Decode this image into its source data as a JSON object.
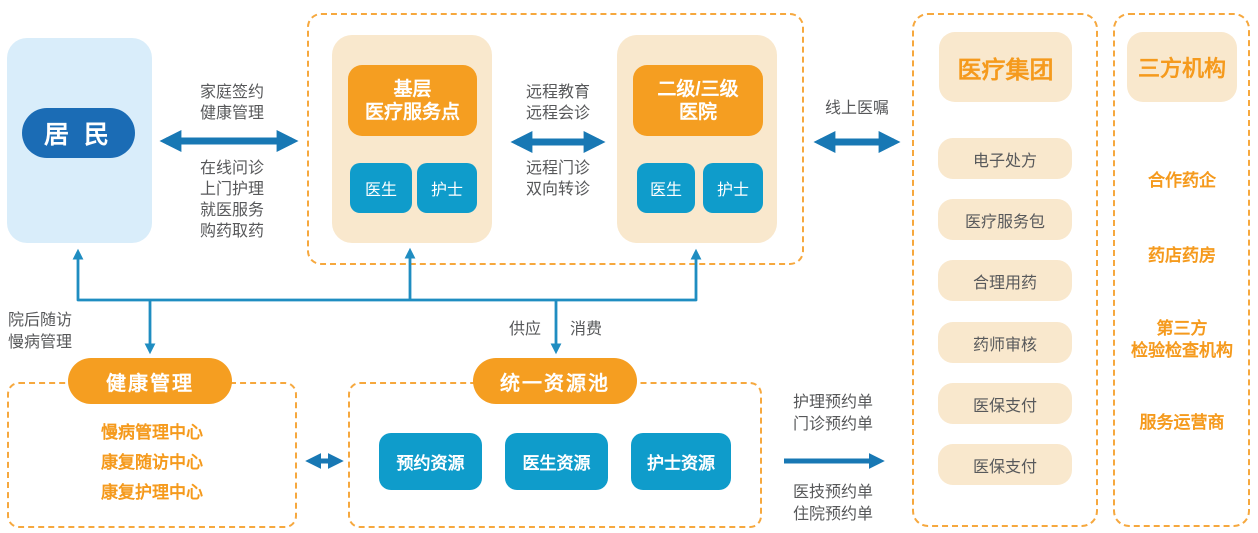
{
  "palette": {
    "accent_orange": "#f59e21",
    "beige": "#f9e8cd",
    "cyan": "#0f9ccb",
    "resident_blue": "#1b6cb5",
    "resident_bg": "#d9edfa",
    "arrow_blue": "#1878b4",
    "connector_blue": "#1f8dc1",
    "dash_border": "#f6a83e",
    "text_gray": "#57585a"
  },
  "resident": {
    "label": "居 民"
  },
  "links": {
    "family": {
      "above": "家庭签约\n健康管理",
      "below": "在线问诊\n上门护理\n就医服务\n购药取药"
    },
    "remote": {
      "above": "远程教育\n远程会诊",
      "below": "远程门诊\n双向转诊"
    },
    "online_order": {
      "label": "线上医嘱"
    },
    "followup": {
      "label": "院后随访\n慢病管理"
    },
    "supply": {
      "left": "供应",
      "right": "消费"
    },
    "booking": {
      "above": "护理预约单\n门诊预约单",
      "below": "医技预约单\n住院预约单"
    }
  },
  "network": {
    "primary_site": {
      "title": "基层\n医疗服务点",
      "members": [
        "医生",
        "护士"
      ]
    },
    "hospital": {
      "title": "二级/三级\n医院",
      "members": [
        "医生",
        "护士"
      ]
    }
  },
  "medical_group": {
    "title": "医疗集团",
    "items": [
      "电子处方",
      "医疗服务包",
      "合理用药",
      "药师审核",
      "医保支付",
      "医保支付"
    ]
  },
  "third_party": {
    "title": "三方机构",
    "items": [
      "合作药企",
      "药店药房",
      "第三方\n检验检查机构",
      "服务运营商"
    ]
  },
  "health_management": {
    "title": "健康管理",
    "items": [
      "慢病管理中心",
      "康复随访中心",
      "康复护理中心"
    ]
  },
  "resource_pool": {
    "title": "统一资源池",
    "items": [
      "预约资源",
      "医生资源",
      "护士资源"
    ]
  }
}
